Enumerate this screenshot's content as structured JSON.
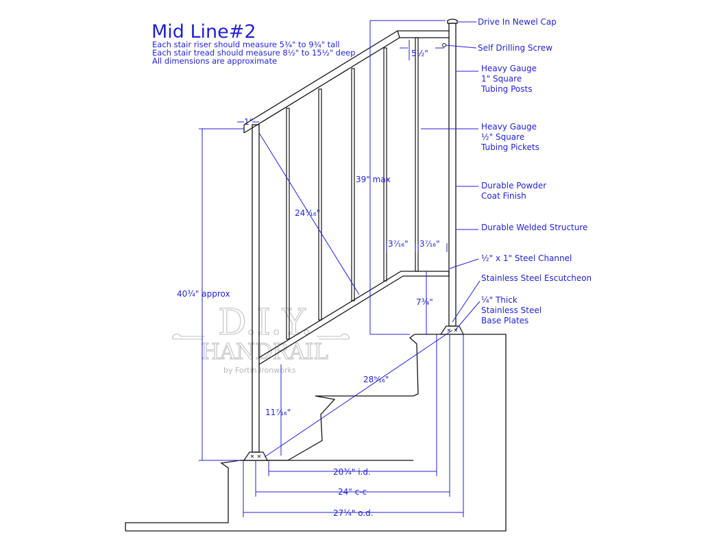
{
  "title": "Mid Line#2",
  "notes": [
    "Each stair riser should measure 5¾\" to 9¾\" tall",
    "Each stair tread should measure 8½\" to 15½\" deep",
    "All dimensions are approximate"
  ],
  "callouts": {
    "newel_cap": [
      "Drive In Newel Cap"
    ],
    "screw": [
      "Self Drilling Screw"
    ],
    "posts": [
      "Heavy Gauge",
      "1\" Square",
      "Tubing Posts"
    ],
    "pickets": [
      "Heavy Gauge",
      "½\" Square",
      "Tubing Pickets"
    ],
    "finish": [
      "Durable Powder",
      "Coat Finish"
    ],
    "welded": [
      "Durable Welded Structure"
    ],
    "channel": [
      "½\" x 1\" Steel Channel"
    ],
    "escutcheon": [
      "Stainless Steel Escutcheon"
    ],
    "base_plates": [
      "¼\" Thick",
      "Stainless Steel",
      "Base Plates"
    ]
  },
  "dimensions": {
    "d_1in": "1\"",
    "d_5half": "5½\"",
    "d_39max": "39\" max",
    "d_24_7_16": "24⁷⁄₁₆\"",
    "d_3_7_16_left": "3⁷⁄₁₆\"",
    "d_3_7_16_right": "3⁷⁄₁₆\"",
    "d_40_3_4": "40¾\" approx",
    "d_7_3_4": "7¾\"",
    "d_28_9_16": "28⁹⁄₁₆\"",
    "d_11_7_16": "11⁷⁄₁₆\"",
    "d_20_3_4": "20¾\" i.d.",
    "d_24cc": "24\" c-c",
    "d_27_1_4": "27¼\" o.d."
  },
  "watermark": {
    "line1": "D.I.Y.",
    "line2": "HANDRAIL",
    "line3": "by Fortin Ironworks"
  },
  "colors": {
    "dimension_blue": "#1f1fd6",
    "drawing_black": "#111111",
    "watermark_gray": "#c9c9c9"
  }
}
